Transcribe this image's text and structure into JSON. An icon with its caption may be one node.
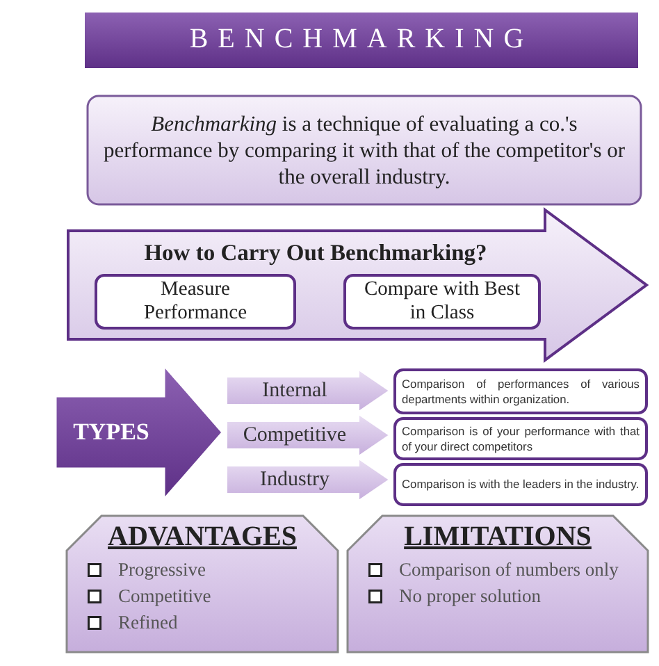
{
  "diagram": {
    "nodes": [
      {
        "text": [
          "BENCHMARKING"
        ]
      },
      {
        "text": [
          "*Benchmarking* is a technique of evaluating a co.'s performance by comparing it with that of the competitor's or the overall industry."
        ]
      },
      {
        "text": [
          "How to Carry Out Benchmarking?"
        ]
      },
      {
        "text": [
          "Measure Performance"
        ],
        "in": 2
      },
      {
        "text": [
          "Compare with Best in Class"
        ],
        "in": 2
      },
      {
        "text": [
          "TYPES"
        ]
      },
      {
        "text": [
          "Internal"
        ]
      },
      {
        "text": [
          "Comparison of performances of various departments within organization."
        ]
      },
      {
        "text": [
          "Competitive"
        ]
      },
      {
        "text": [
          "Comparison is of your performance with that of your direct competitors"
        ]
      },
      {
        "text": [
          "Industry"
        ]
      },
      {
        "text": [
          "Comparison is with the leaders in the industry."
        ]
      },
      {
        "text": [
          "ADVANTAGES",
          "Progressive",
          "Competitive",
          "Refined"
        ]
      },
      {
        "text": [
          "LIMITATIONS",
          "Comparison of numbers only",
          "No proper solution"
        ]
      }
    ]
  }
}
